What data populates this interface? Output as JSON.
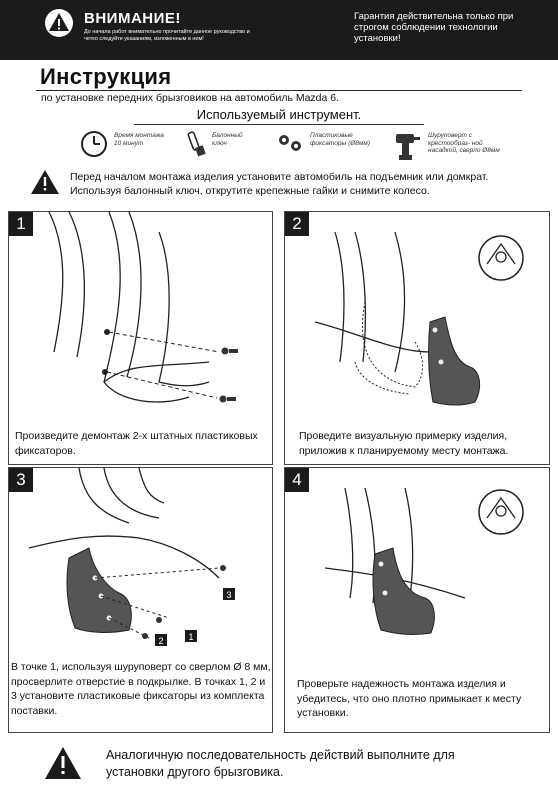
{
  "header": {
    "warning_title": "ВНИМАНИЕ!",
    "warning_note": "До начала работ внимательно прочитайте данное руководство и четко следуйте указаниям, изложенным в нем!",
    "guarantee": "Гарантия действительна только при строгом соблюдении технологии установки!"
  },
  "title": "Инструкция",
  "subtitle": "по установке передних брызговиков на автомобиль Mazda 6.",
  "tools": {
    "heading": "Используемый инструмент.",
    "items": [
      {
        "icon": "clock-icon",
        "label": "Время монтажа 10 минут"
      },
      {
        "icon": "wrench-icon",
        "label": "Балонный ключ"
      },
      {
        "icon": "clips-icon",
        "label": "Пластиковые фиксаторы (Ø8мм)"
      },
      {
        "icon": "screwdriver-icon",
        "label": "Шуруповерт с крестообраз- ной насадкой, сверло Ø8мм"
      }
    ]
  },
  "pre_note": "Перед началом монтажа изделия установите автомобиль на подъемник или домкрат. Используя балонный ключ, открутите крепежные гайки и снимите колесо.",
  "steps": [
    {
      "number": "1",
      "text": "Произведите демонтаж 2-х штатных пластиковых фиксаторов."
    },
    {
      "number": "2",
      "text": "Проведите визуальную примерку изделия, приложив к планируемому месту монтажа."
    },
    {
      "number": "3",
      "text": "В точке 1, используя шуруповерт со сверлом Ø 8 мм, просверлите отверстие в подкрылке. В точках 1, 2 и 3 установите пластиковые фиксаторы из комплекта поставки.",
      "callouts": [
        "1",
        "2",
        "3"
      ]
    },
    {
      "number": "4",
      "text": "Проверьте надежность монтажа изделия и убедитесь, что оно плотно примыкает к месту установки."
    }
  ],
  "footer_note": "Аналогичную последовательность действий выполните для установки другого брызговика."
}
